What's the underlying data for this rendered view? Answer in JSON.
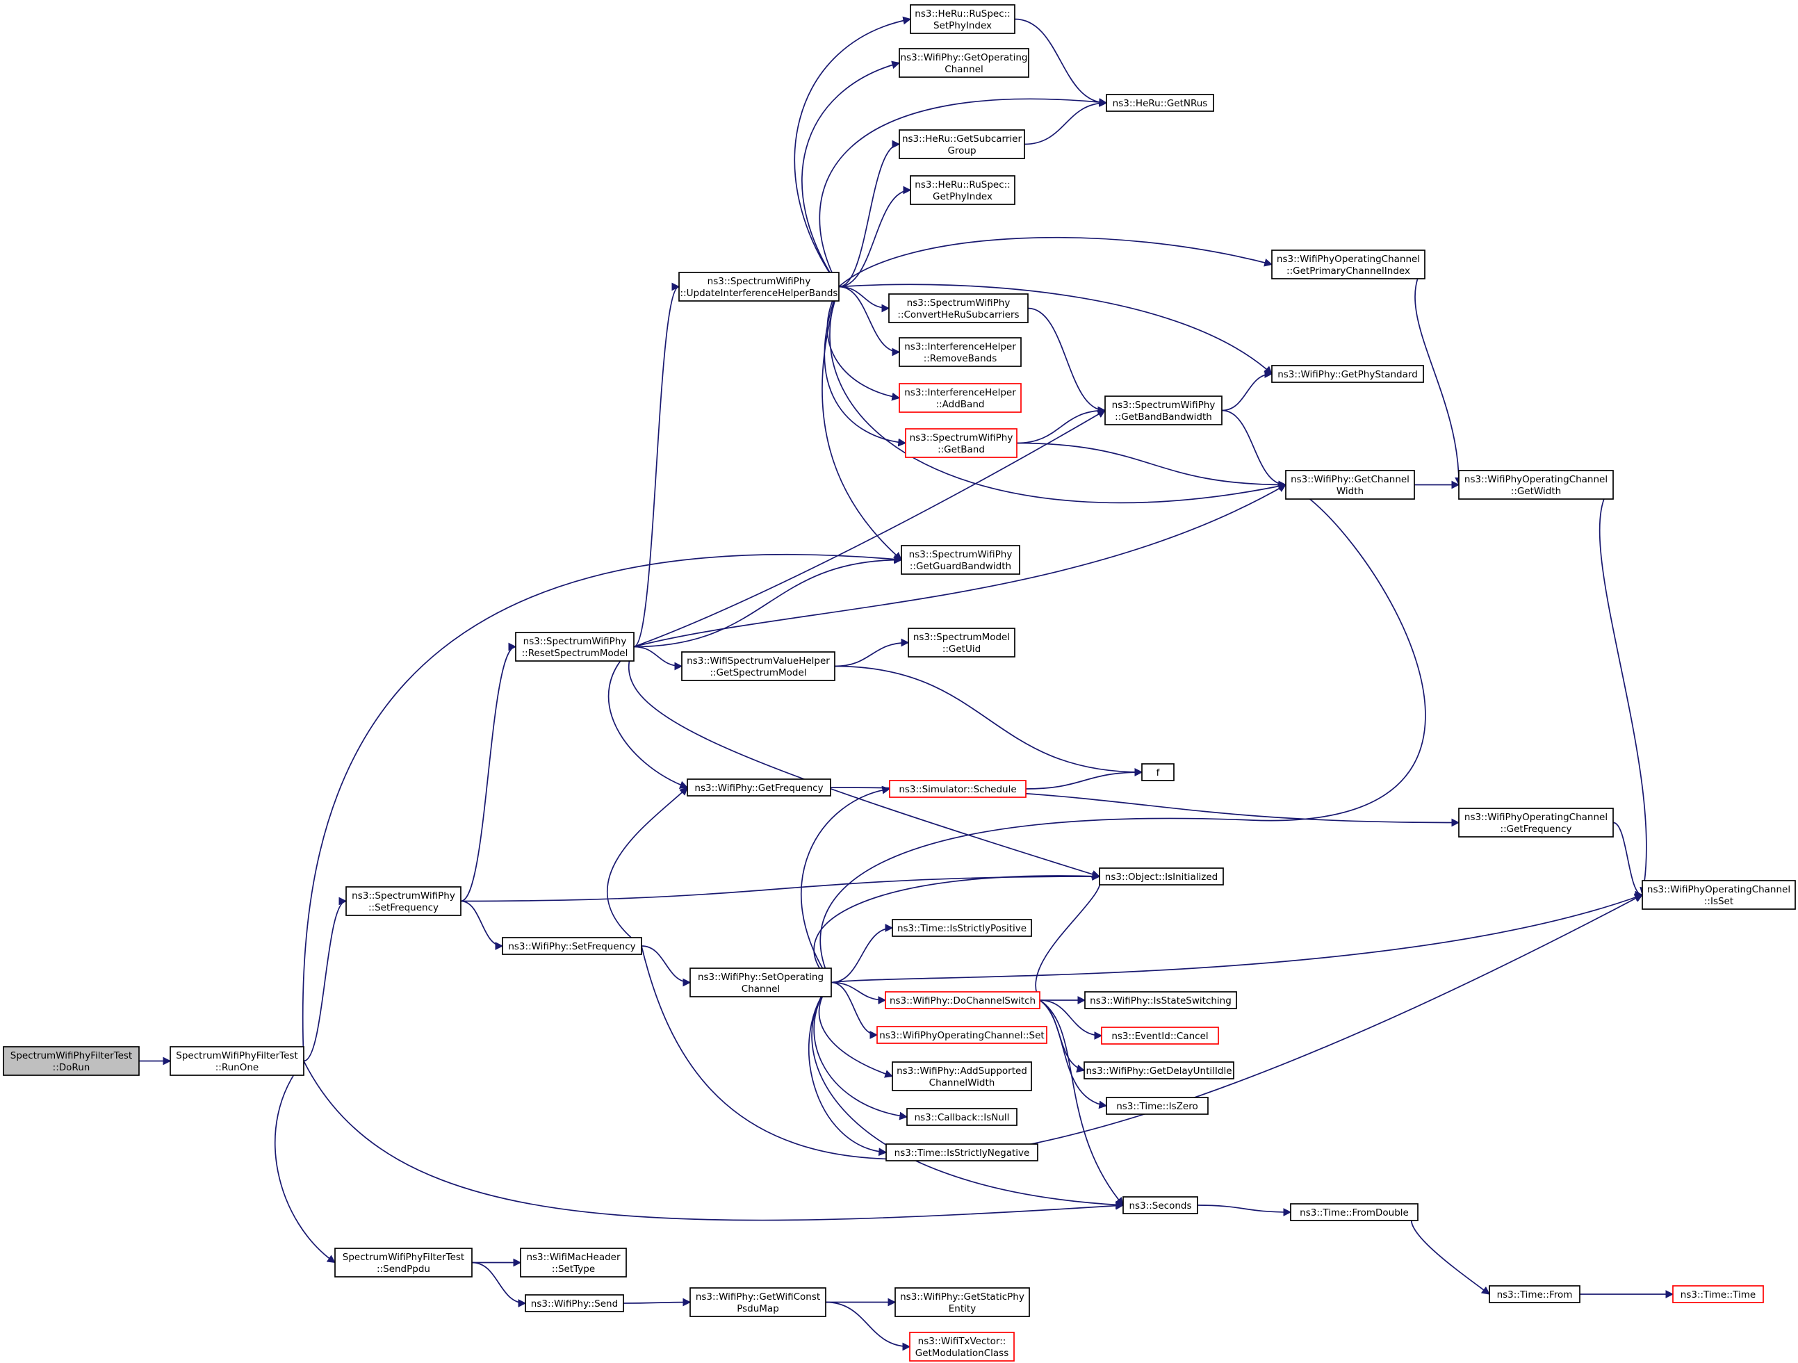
{
  "graph": {
    "colors": {
      "edge": "#191970",
      "node_border": "#000000",
      "node_border_incomplete": "#ff0000",
      "root_fill": "#bfbfbf",
      "node_fill": "#ffffff"
    },
    "nodes": [
      {
        "id": "doRun",
        "lines": [
          "SpectrumWifiPhyFilterTest",
          "::DoRun"
        ],
        "style": "root"
      },
      {
        "id": "runOne",
        "lines": [
          "SpectrumWifiPhyFilterTest",
          "::RunOne"
        ]
      },
      {
        "id": "setFreqS",
        "lines": [
          "ns3::SpectrumWifiPhy",
          "::SetFrequency"
        ]
      },
      {
        "id": "sendPpdu",
        "lines": [
          "SpectrumWifiPhyFilterTest",
          "::SendPpdu"
        ]
      },
      {
        "id": "resetSM",
        "lines": [
          "ns3::SpectrumWifiPhy",
          "::ResetSpectrumModel"
        ]
      },
      {
        "id": "updIHB",
        "lines": [
          "ns3::SpectrumWifiPhy",
          "::UpdateInterferenceHelperBands"
        ]
      },
      {
        "id": "setFreqW",
        "lines": [
          "ns3::WifiPhy::SetFrequency"
        ]
      },
      {
        "id": "setOpCh",
        "lines": [
          "ns3::WifiPhy::SetOperating",
          "Channel"
        ]
      },
      {
        "id": "setType",
        "lines": [
          "ns3::WifiMacHeader",
          "::SetType"
        ]
      },
      {
        "id": "send",
        "lines": [
          "ns3::WifiPhy::Send"
        ]
      },
      {
        "id": "getWCPM",
        "lines": [
          "ns3::WifiPhy::GetWifiConst",
          "PsduMap"
        ]
      },
      {
        "id": "getSVH",
        "lines": [
          "ns3::WifiSpectrumValueHelper",
          "::GetSpectrumModel"
        ]
      },
      {
        "id": "getFreqW",
        "lines": [
          "ns3::WifiPhy::GetFrequency"
        ]
      },
      {
        "id": "setPhyIdx",
        "lines": [
          "ns3::HeRu::RuSpec::",
          "SetPhyIndex"
        ]
      },
      {
        "id": "getOpCh",
        "lines": [
          "ns3::WifiPhy::GetOperating",
          "Channel"
        ]
      },
      {
        "id": "getSubGrp",
        "lines": [
          "ns3::HeRu::GetSubcarrier",
          "Group"
        ]
      },
      {
        "id": "getPhyIdx",
        "lines": [
          "ns3::HeRu::RuSpec::",
          "GetPhyIndex"
        ]
      },
      {
        "id": "convHeRu",
        "lines": [
          "ns3::SpectrumWifiPhy",
          "::ConvertHeRuSubcarriers"
        ]
      },
      {
        "id": "removeBands",
        "lines": [
          "ns3::InterferenceHelper",
          "::RemoveBands"
        ]
      },
      {
        "id": "addBand",
        "lines": [
          "ns3::InterferenceHelper",
          "::AddBand"
        ],
        "style": "incomplete"
      },
      {
        "id": "getBand",
        "lines": [
          "ns3::SpectrumWifiPhy",
          "::GetBand"
        ],
        "style": "incomplete"
      },
      {
        "id": "getGuardBW",
        "lines": [
          "ns3::SpectrumWifiPhy",
          "::GetGuardBandwidth"
        ]
      },
      {
        "id": "getUid",
        "lines": [
          "ns3::SpectrumModel",
          "::GetUid"
        ]
      },
      {
        "id": "simSched",
        "lines": [
          "ns3::Simulator::Schedule"
        ],
        "style": "incomplete"
      },
      {
        "id": "strictPos",
        "lines": [
          "ns3::Time::IsStrictlyPositive"
        ]
      },
      {
        "id": "doChSw",
        "lines": [
          "ns3::WifiPhy::DoChannelSwitch"
        ],
        "style": "incomplete"
      },
      {
        "id": "wocSet",
        "lines": [
          "ns3::WifiPhyOperatingChannel::Set"
        ],
        "style": "incomplete"
      },
      {
        "id": "addSupCW",
        "lines": [
          "ns3::WifiPhy::AddSupported",
          "ChannelWidth"
        ]
      },
      {
        "id": "cbIsNull",
        "lines": [
          "ns3::Callback::IsNull"
        ]
      },
      {
        "id": "strictNeg",
        "lines": [
          "ns3::Time::IsStrictlyNegative"
        ]
      },
      {
        "id": "getStaticPE",
        "lines": [
          "ns3::WifiPhy::GetStaticPhy",
          "Entity"
        ]
      },
      {
        "id": "getModClass",
        "lines": [
          "ns3::WifiTxVector::",
          "GetModulationClass"
        ],
        "style": "incomplete"
      },
      {
        "id": "getNRus",
        "lines": [
          "ns3::HeRu::GetNRus"
        ]
      },
      {
        "id": "getBandBW",
        "lines": [
          "ns3::SpectrumWifiPhy",
          "::GetBandBandwidth"
        ]
      },
      {
        "id": "fNode",
        "lines": [
          "f"
        ]
      },
      {
        "id": "isInit",
        "lines": [
          "ns3::Object::IsInitialized"
        ]
      },
      {
        "id": "isStateSw",
        "lines": [
          "ns3::WifiPhy::IsStateSwitching"
        ]
      },
      {
        "id": "evCancel",
        "lines": [
          "ns3::EventId::Cancel"
        ],
        "style": "incomplete"
      },
      {
        "id": "getDelay",
        "lines": [
          "ns3::WifiPhy::GetDelayUntilIdle"
        ]
      },
      {
        "id": "isZero",
        "lines": [
          "ns3::Time::IsZero"
        ]
      },
      {
        "id": "seconds",
        "lines": [
          "ns3::Seconds"
        ]
      },
      {
        "id": "getPrimIdx",
        "lines": [
          "ns3::WifiPhyOperatingChannel",
          "::GetPrimaryChannelIndex"
        ]
      },
      {
        "id": "getPhyStd",
        "lines": [
          "ns3::WifiPhy::GetPhyStandard"
        ]
      },
      {
        "id": "getChW",
        "lines": [
          "ns3::WifiPhy::GetChannel",
          "Width"
        ]
      },
      {
        "id": "wocGetFreq",
        "lines": [
          "ns3::WifiPhyOperatingChannel",
          "::GetFrequency"
        ]
      },
      {
        "id": "fromDouble",
        "lines": [
          "ns3::Time::FromDouble"
        ]
      },
      {
        "id": "timeFrom",
        "lines": [
          "ns3::Time::From"
        ]
      },
      {
        "id": "wocGetWidth",
        "lines": [
          "ns3::WifiPhyOperatingChannel",
          "::GetWidth"
        ]
      },
      {
        "id": "wocIsSet",
        "lines": [
          "ns3::WifiPhyOperatingChannel",
          "::IsSet"
        ]
      },
      {
        "id": "timeTime",
        "lines": [
          "ns3::Time::Time"
        ],
        "style": "incomplete"
      }
    ],
    "edges": [
      {
        "from": "doRun",
        "to": "runOne"
      },
      {
        "from": "runOne",
        "to": "setFreqS"
      },
      {
        "from": "runOne",
        "to": "getGuardBW"
      },
      {
        "from": "runOne",
        "to": "seconds"
      },
      {
        "from": "runOne",
        "to": "sendPpdu"
      },
      {
        "from": "setFreqS",
        "to": "resetSM"
      },
      {
        "from": "setFreqS",
        "to": "setFreqW"
      },
      {
        "from": "setFreqS",
        "to": "isInit"
      },
      {
        "from": "sendPpdu",
        "to": "setType"
      },
      {
        "from": "sendPpdu",
        "to": "send"
      },
      {
        "from": "send",
        "to": "getWCPM"
      },
      {
        "from": "getWCPM",
        "to": "getStaticPE"
      },
      {
        "from": "getWCPM",
        "to": "getModClass"
      },
      {
        "from": "resetSM",
        "to": "updIHB"
      },
      {
        "from": "resetSM",
        "to": "getBandBW"
      },
      {
        "from": "resetSM",
        "to": "getGuardBW"
      },
      {
        "from": "resetSM",
        "to": "getChW"
      },
      {
        "from": "resetSM",
        "to": "getSVH"
      },
      {
        "from": "resetSM",
        "to": "getFreqW"
      },
      {
        "from": "resetSM",
        "to": "isInit"
      },
      {
        "from": "getSVH",
        "to": "getUid"
      },
      {
        "from": "getSVH",
        "to": "fNode"
      },
      {
        "from": "getFreqW",
        "to": "wocGetFreq"
      },
      {
        "from": "setFreqW",
        "to": "getFreqW"
      },
      {
        "from": "setFreqW",
        "to": "setOpCh"
      },
      {
        "from": "setFreqW",
        "to": "wocIsSet"
      },
      {
        "from": "updIHB",
        "to": "setPhyIdx"
      },
      {
        "from": "updIHB",
        "to": "getOpCh"
      },
      {
        "from": "updIHB",
        "to": "getNRus"
      },
      {
        "from": "updIHB",
        "to": "getSubGrp"
      },
      {
        "from": "updIHB",
        "to": "getPhyIdx"
      },
      {
        "from": "updIHB",
        "to": "getPrimIdx"
      },
      {
        "from": "updIHB",
        "to": "getPhyStd"
      },
      {
        "from": "updIHB",
        "to": "convHeRu"
      },
      {
        "from": "updIHB",
        "to": "removeBands"
      },
      {
        "from": "updIHB",
        "to": "addBand"
      },
      {
        "from": "updIHB",
        "to": "getBand"
      },
      {
        "from": "updIHB",
        "to": "getChW"
      },
      {
        "from": "updIHB",
        "to": "getGuardBW"
      },
      {
        "from": "setPhyIdx",
        "to": "getNRus"
      },
      {
        "from": "getSubGrp",
        "to": "getNRus"
      },
      {
        "from": "convHeRu",
        "to": "getBandBW"
      },
      {
        "from": "getBand",
        "to": "getBandBW"
      },
      {
        "from": "getBand",
        "to": "getChW"
      },
      {
        "from": "getBandBW",
        "to": "getPhyStd"
      },
      {
        "from": "getBandBW",
        "to": "getChW"
      },
      {
        "from": "getPrimIdx",
        "to": "wocGetWidth"
      },
      {
        "from": "getChW",
        "to": "wocGetWidth"
      },
      {
        "from": "wocGetWidth",
        "to": "wocIsSet"
      },
      {
        "from": "wocGetFreq",
        "to": "wocIsSet"
      },
      {
        "from": "setOpCh",
        "to": "simSched"
      },
      {
        "from": "setOpCh",
        "to": "getChW"
      },
      {
        "from": "setOpCh",
        "to": "isInit"
      },
      {
        "from": "setOpCh",
        "to": "strictPos"
      },
      {
        "from": "setOpCh",
        "to": "wocIsSet"
      },
      {
        "from": "setOpCh",
        "to": "doChSw"
      },
      {
        "from": "setOpCh",
        "to": "wocSet"
      },
      {
        "from": "setOpCh",
        "to": "addSupCW"
      },
      {
        "from": "setOpCh",
        "to": "cbIsNull"
      },
      {
        "from": "setOpCh",
        "to": "strictNeg"
      },
      {
        "from": "setOpCh",
        "to": "seconds"
      },
      {
        "from": "simSched",
        "to": "fNode"
      },
      {
        "from": "doChSw",
        "to": "isInit"
      },
      {
        "from": "doChSw",
        "to": "isStateSw"
      },
      {
        "from": "doChSw",
        "to": "evCancel"
      },
      {
        "from": "doChSw",
        "to": "getDelay"
      },
      {
        "from": "doChSw",
        "to": "isZero"
      },
      {
        "from": "doChSw",
        "to": "seconds"
      },
      {
        "from": "seconds",
        "to": "fromDouble"
      },
      {
        "from": "fromDouble",
        "to": "timeFrom"
      },
      {
        "from": "timeFrom",
        "to": "timeTime"
      }
    ]
  }
}
